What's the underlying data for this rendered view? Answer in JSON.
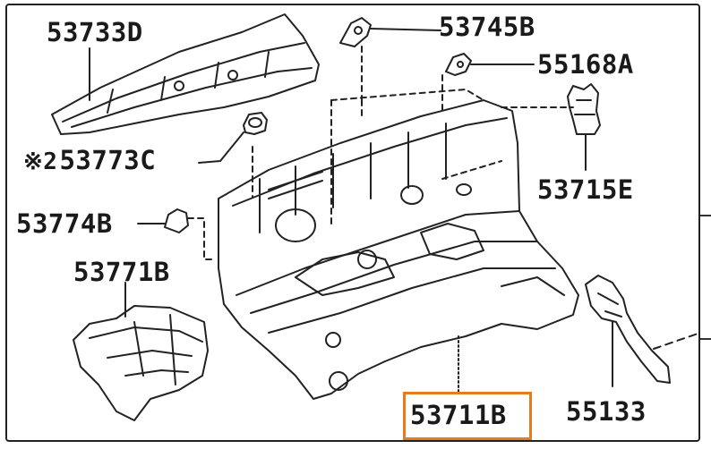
{
  "diagram": {
    "part_labels": {
      "p53733d": "53733D",
      "p53745b": "53745B",
      "p55168a": "55168A",
      "p53773c_prefix": "※2",
      "p53773c": "53773C",
      "p53715e": "53715E",
      "p53774b": "53774B",
      "p53771b": "53771B",
      "p53711b": "53711B",
      "p55133": "55133"
    },
    "highlighted_part": "53711B",
    "highlight_color": "#e87b1e",
    "line_color": "#222222"
  }
}
